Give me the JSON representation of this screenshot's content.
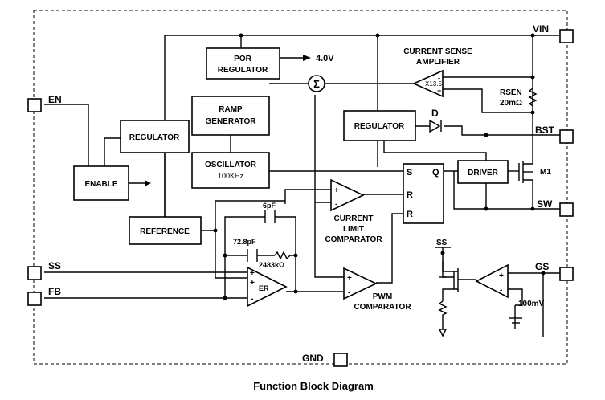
{
  "caption": "Function Block Diagram",
  "pins": {
    "vin": "VIN",
    "en": "EN",
    "bst": "BST",
    "sw": "SW",
    "ss": "SS",
    "fb": "FB",
    "gs": "GS",
    "gnd": "GND"
  },
  "blocks": {
    "por_line1": "POR",
    "por_line2": "REGULATOR",
    "ramp_line1": "RAMP",
    "ramp_line2": "GENERATOR",
    "regulator_left": "REGULATOR",
    "enable": "ENABLE",
    "oscillator": "OSCILLATOR",
    "oscillator_freq": "100KHz",
    "reference": "REFERENCE",
    "regulator_right": "REGULATOR",
    "driver": "DRIVER"
  },
  "labels": {
    "por_out": "4.0V",
    "sigma": "Σ",
    "csa_line1": "CURRENT SENSE",
    "csa_line2": "AMPLIFIER",
    "csa_gain": "X13.5",
    "rsen_name": "RSEN",
    "rsen_value": "20mΩ",
    "diode": "D",
    "mosfet": "M1",
    "latch_s": "S",
    "latch_q": "Q",
    "latch_r1": "R",
    "latch_r2": "R",
    "clc_line1": "CURRENT",
    "clc_line2": "LIMIT",
    "clc_line3": "COMPARATOR",
    "pwm_line1": "PWM",
    "pwm_line2": "COMPARATOR",
    "ea": "ER",
    "cap1": "6pF",
    "cap2": "72.8pF",
    "res": "2483kΩ",
    "ss_small": "SS",
    "vref": "100mV",
    "plus": "+",
    "minus": "-"
  }
}
